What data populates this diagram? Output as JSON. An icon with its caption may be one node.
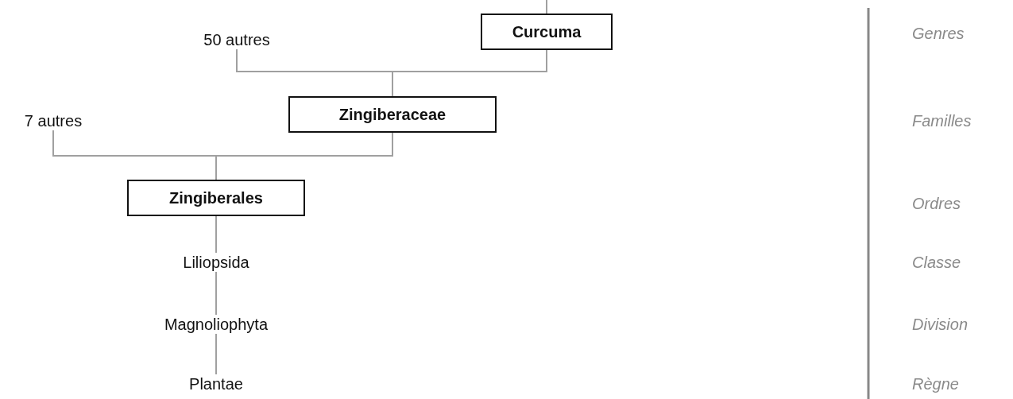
{
  "diagram": {
    "nodes": [
      {
        "text": [
          "50 autres"
        ]
      },
      {
        "text": [
          "Curcuma"
        ]
      },
      {
        "text": [
          "Zingiberaceae"
        ]
      },
      {
        "text": [
          "7 autres"
        ]
      },
      {
        "text": [
          "Zingiberales"
        ]
      },
      {
        "text": [
          "Liliopsida"
        ]
      },
      {
        "text": [
          "Magnoliophyta"
        ]
      },
      {
        "text": [
          "Plantae"
        ]
      }
    ],
    "edges": [
      {
        "from": 2,
        "to": 0,
        "arrow": "none"
      },
      {
        "from": 2,
        "to": 1,
        "arrow": "none"
      },
      {
        "from": 1,
        "to": null,
        "arrow": "none"
      },
      {
        "from": 4,
        "to": 3,
        "arrow": "none"
      },
      {
        "from": 4,
        "to": 2,
        "arrow": "none"
      },
      {
        "from": 5,
        "to": 4,
        "arrow": "none"
      },
      {
        "from": 6,
        "to": 5,
        "arrow": "none"
      },
      {
        "from": 7,
        "to": 6,
        "arrow": "none"
      }
    ],
    "labels": [
      "Genres",
      "Familles",
      "Ordres",
      "Classe",
      "Division",
      "Règne"
    ]
  }
}
